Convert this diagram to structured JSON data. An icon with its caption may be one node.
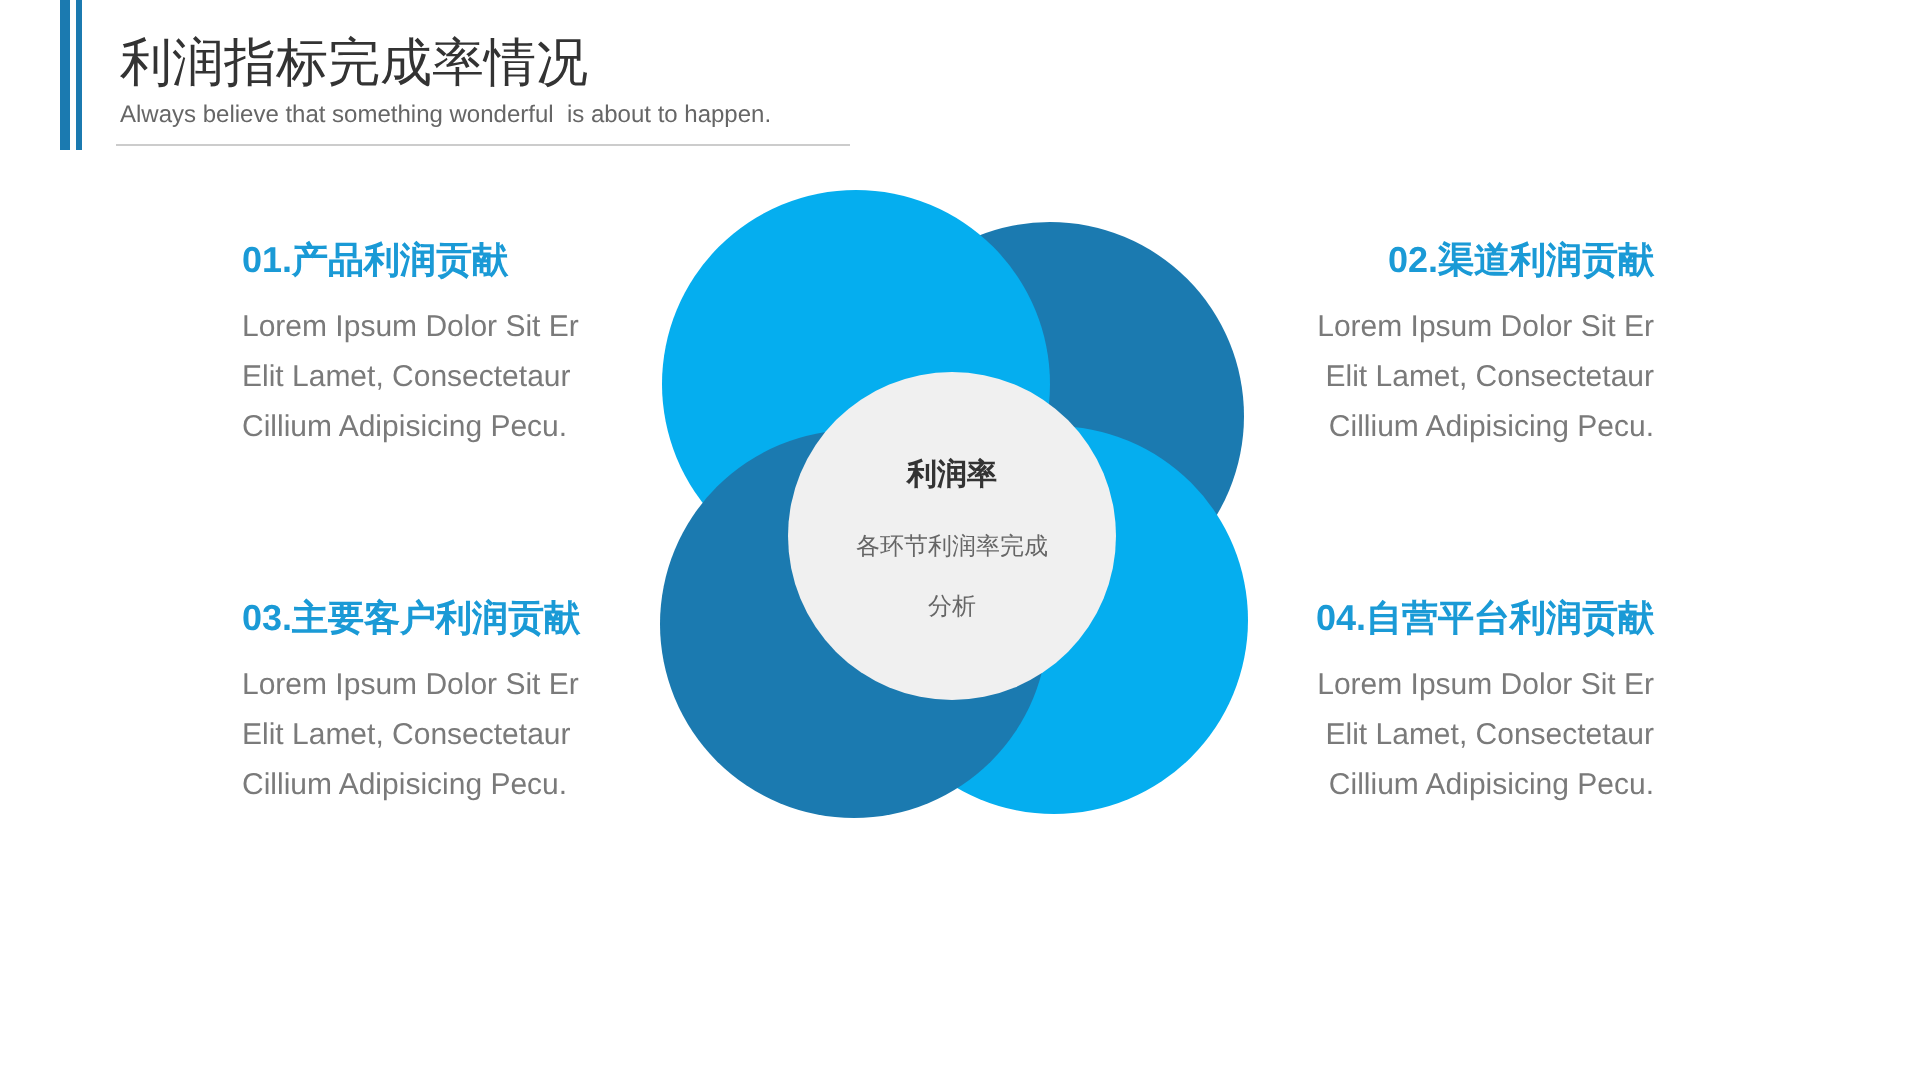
{
  "diagram": {
    "title": "利润指标完成率情况",
    "nodes": [
      {
        "text": [
          "利润率",
          "各环节利润率完成分析"
        ]
      }
    ],
    "labels": [
      "Always believe that something wonderful  is about to happen.",
      "01.产品利润贡献",
      "Lorem Ipsum  Dolor Sit Er Elit Lamet, Consectetaur Cillium Adipisicing Pecu.",
      "02.渠道利润贡献",
      "Lorem Ipsum  Dolor Sit Er Elit Lamet, Consectetaur Cillium Adipisicing Pecu.",
      "03.主要客户利润贡献",
      "Lorem Ipsum  Dolor Sit Er Elit Lamet, Consectetaur Cillium Adipisicing Pecu.",
      "04.自营平台利润贡献",
      "Lorem Ipsum  Dolor Sit Er Elit Lamet, Consectetaur Cillium Adipisicing Pecu."
    ]
  }
}
